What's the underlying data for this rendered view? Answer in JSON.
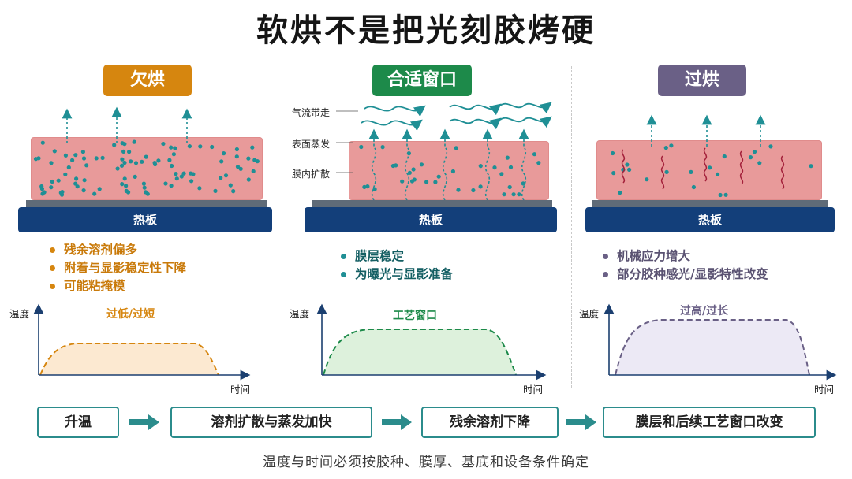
{
  "title": "软烘不是把光刻胶烤硬",
  "colors": {
    "under": "#d6860f",
    "window": "#1d8a4a",
    "over": "#6a6086",
    "teal": "#1f8f95",
    "hotplate": "#133f7a",
    "film": "#e89a9a"
  },
  "panels": [
    {
      "badge": "欠烘",
      "hotplate": "热板",
      "bullets": [
        "残余溶剂偏多",
        "附着与显影稳定性下降",
        "可能粘掩模"
      ],
      "graph": {
        "y_label": "温度",
        "x_label": "时间",
        "curve_label": "过低/过短",
        "level": "low"
      }
    },
    {
      "badge": "合适窗口",
      "hotplate": "热板",
      "side_labels": [
        "气流带走",
        "表面蒸发",
        "膜内扩散"
      ],
      "bullets": [
        "膜层稳定",
        "为曝光与显影准备"
      ],
      "graph": {
        "y_label": "温度",
        "x_label": "时间",
        "curve_label": "工艺窗口",
        "level": "medium"
      }
    },
    {
      "badge": "过烘",
      "hotplate": "热板",
      "bullets": [
        "机械应力增大",
        "部分胶种感光/显影特性改变"
      ],
      "graph": {
        "y_label": "温度",
        "x_label": "时间",
        "curve_label": "过高/过长",
        "level": "high"
      }
    }
  ],
  "flow": [
    "升温",
    "溶剂扩散与蒸发加快",
    "残余溶剂下降",
    "膜层和后续工艺窗口改变"
  ],
  "footer": "温度与时间必须按胶种、膜厚、基底和设备条件确定"
}
